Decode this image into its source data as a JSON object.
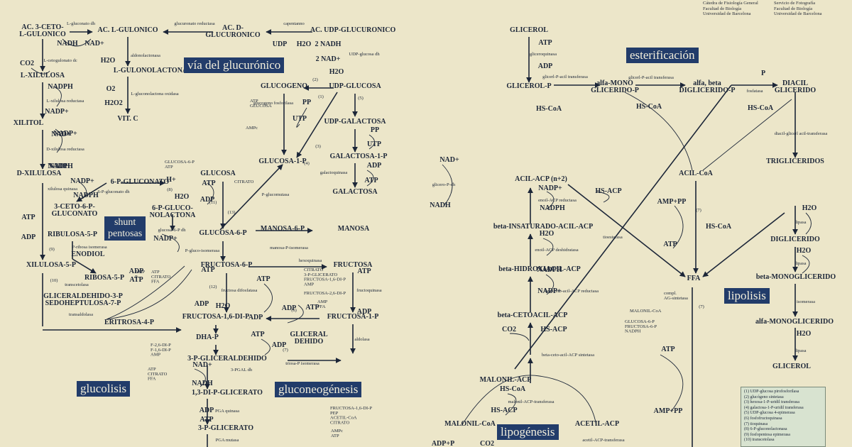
{
  "credits": {
    "left": [
      "Cátedra de Fisiología General",
      "Facultad de Biología",
      "Universidad de Barcelona"
    ],
    "right": [
      "Servicio de Fotografía",
      "Facultad de Biología",
      "Universidad de Barcelona"
    ]
  },
  "banners": [
    "vía del glucurónico",
    "esterificación",
    "shunt\npentosas",
    "lipolisis",
    "glucolisis",
    "gluconeogénesis",
    "lipogénesis"
  ],
  "metabolites": [
    "AC. 3-CETO-\nL-GULONICO",
    "AC. L-GULONICO",
    "AC. D-\nGLUCURONICO",
    "AC. UDP-GLUCURONICO",
    "L-XILULOSA",
    "L-GULONOLACTONA",
    "VIT. C",
    "XILITOL",
    "D-XILULOSA",
    "6-P-GLUCONATO",
    "3-CETO-6-P-\nGLUCONATO",
    "6-P-GLUCO-\nNOLACTONA",
    "GLUCOSA",
    "GLUCOSA-6-P",
    "RIBULOSA-5-P",
    "ENODIOL",
    "RIBOSA-5-P",
    "XILULOSA-5-P",
    "GLICERALDEHIDO-3-P\nSEDOHEPTULOSA-7-P",
    "ERITROSA-4-P",
    "GLUCOGENO",
    "UDP-GLUCOSA",
    "UDP-GALACTOSA",
    "GALACTOSA-1-P",
    "GALACTOSA",
    "GLUCOSA-1-P",
    "MANOSA-6-P",
    "MANOSA",
    "FRUCTOSA-6-P",
    "FRUCTOSA",
    "FRUCTOSA-1,6-DI-P",
    "FRUCTOSA-1-P",
    "DHA-P",
    "GLICERAL\nDEHIDO",
    "3-P-GLICERALDEHIDO",
    "1,3-DI-P-GLICERATO",
    "3-P-GLICERATO",
    "GLICEROL",
    "GLICEROL-P",
    "alfa-MONO\nGLICERIDO-P",
    "alfa, beta\nDIGLICERIDO-P",
    "DIACIL\nGLICERIDO",
    "TRIGLICERIDOS",
    "ACIL-CoA",
    "ACIL-ACP (n+2)",
    "beta-INSATURADO-ACIL-ACP",
    "beta-HIDROXIACIL-ACP",
    "beta-CETOACIL-ACP",
    "MALONIL-ACP",
    "MALONIL-CoA",
    "ACETIL-ACP",
    "FFA",
    "DIGLICERIDO",
    "beta-MONOGLICERIDO",
    "alfa-MONOGLICERIDO",
    "GLICEROL"
  ],
  "cofactors": [
    "NADH",
    "NAD+",
    "CO2",
    "H2O",
    "NADPH",
    "NADP+",
    "NADP+",
    "NADPH",
    "NAD+",
    "NADH",
    "NADP+",
    "NADPH",
    "NADP+",
    "H+",
    "H2O",
    "ATP",
    "ADP",
    "ATP",
    "ADP",
    "ADP",
    "ATP",
    "PP",
    "UTP",
    "PP",
    "UTP",
    "ADP",
    "ATP",
    "ATP",
    "ADP",
    "ATP",
    "ADP",
    "ADP",
    "ATP",
    "ATP",
    "ADP",
    "ATP",
    "ADP",
    "NAD+",
    "NADH",
    "ADP",
    "ATP",
    "UDP",
    "H2O",
    "2 NADH",
    "2 NAD+",
    "H2O",
    "O2",
    "H2O2",
    "ATP",
    "ADP",
    "NAD+",
    "NADH",
    "H2O",
    "P",
    "HS-CoA",
    "HS-CoA",
    "HS-CoA",
    "NADP+",
    "NADPH",
    "H2O",
    "NADPH",
    "NADP+",
    "CO2",
    "HS-ACP",
    "HS-CoA",
    "HS-ACP",
    "HS-ACP",
    "AMP+PP",
    "ATP",
    "HS-CoA",
    "H2O",
    "H2O",
    "H2O",
    "AMP+PP",
    "ATP",
    "ADP+P",
    "CO2"
  ],
  "enzymes": [
    "L-gluconato dh",
    "L-cetogulonato dc",
    "glucuronato reductasa",
    "aldonolactonasa",
    "L-gluconolactona oxidasa",
    "capentanno",
    "UDP-glucosa dh",
    "L-xilulosa reductasa",
    "D-xilulosa reductasa",
    "xilulosa quinasa",
    "6-P-gluconato dh",
    "glucosa-6-P dh",
    "P-ribosa isomerasa",
    "transcetolasa",
    "transaldolasa",
    "glucogeno fosforilasa",
    "galactoquinasa",
    "P-glucomutasa",
    "P-gluco-isomerasa",
    "hexoquinasa",
    "manosa-P-isomerasa",
    "fructoquinasa",
    "aldolasa",
    "triosa-P isomerasa",
    "3-PGAL dh",
    "PGA quinasa",
    "PGA mutasa",
    "glicero-P-dh",
    "gliceroquinasa",
    "glicerl-P-acil transferasa",
    "glicerl-P-acil transferasa",
    "fosfatasa",
    "diacil-glicerl acil-transferasa",
    "enoil-ACP reductasa",
    "enoil-ACP deshidratasa",
    "beta-ceto-acil-ACP reductasa",
    "beta-ceto-acil-ACP sintetasa",
    "malonil-ACP-transferasa",
    "acetil-ACP-transferasa",
    "tioesterasa",
    "lipasa",
    "lipasa",
    "lipasa",
    "isomerasa",
    "fructosa difosfatasa"
  ],
  "regulators": [
    "ATP\nGLUCOSA",
    "AMPc",
    "GLUCOSA-6-P\nATP",
    "CITRATO",
    "AMP\nP",
    "ATP\nCITRATO\nFFA",
    "CITRATO\n3-P-GLICERATO\nFRUCTOSA-1,6-DI-P\nAMP",
    "FRUCTOSA-2,6-DI-P",
    "AMP\nFFA",
    "F-2,6-DI-P\nF-1,6-DI-P\nAMP",
    "ATP\nCITRATO\nFFA",
    "FRUCTOSA-1,6-DI-P\nPEP\nACETIL-CoA\nCITRATO",
    "AMPc\nATP",
    "MALONIL-CoA",
    "GLUCOSA-6-P\nFRUCTOSA-6-P\nNADPH",
    "compl.\nAG-sintetasa"
  ],
  "step_numbers": [
    "(1)",
    "(2)",
    "(3)",
    "(4)",
    "(5)",
    "(6)",
    "(7)",
    "(8)",
    "(9)",
    "(10)",
    "(11)",
    "(12)",
    "(13)",
    "(7)",
    "(7)"
  ],
  "legend": [
    "(1) UDP-glucosa pirofosforilasa",
    "(2) glucógeno sintetasa",
    "(3) hexosa-1-P-uridil transferasa",
    "(4) galactosa-1-P-uridil transferasa",
    "(5) UDP-glucosa 4-epimerasa",
    "(6) fosfofructoquinasa",
    "(7) tioquinasa",
    "(8) 6-P-gluconolactonasa",
    "(9) fosfopentosa epimerasa",
    "(10) transcetolasa"
  ]
}
